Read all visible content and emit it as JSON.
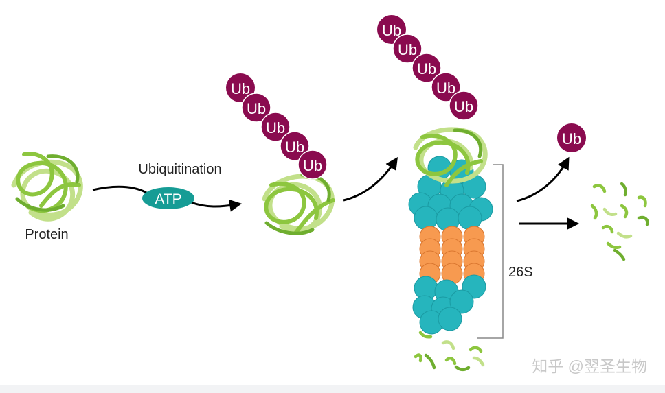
{
  "labels": {
    "protein": "Protein",
    "ubiquitination": "Ubiquitination",
    "atp": "ATP",
    "ub": "Ub",
    "proteasome": "26S"
  },
  "watermark": "知乎 @翌圣生物",
  "colors": {
    "ubiquitin": "#8a0b4f",
    "protein": "#8dc63f",
    "protein_light": "#c2e08a",
    "atp": "#169c95",
    "proteasome_cap": "#26b5bd",
    "proteasome_core": "#f79a50",
    "arrow": "#000000",
    "bracket": "#888888"
  }
}
